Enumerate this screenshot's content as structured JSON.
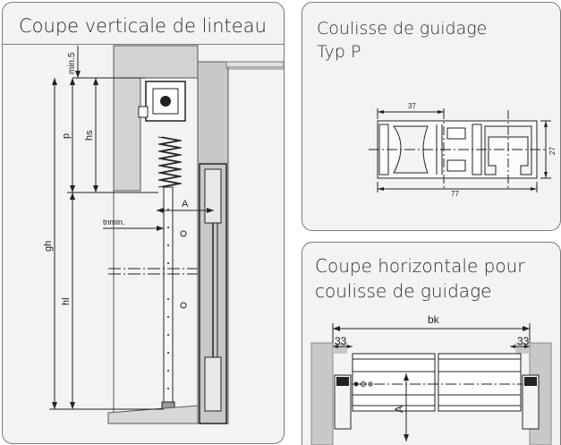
{
  "panels": {
    "vertical": {
      "title": "Coupe verticale de linteau",
      "labels": {
        "min5": "min.5",
        "p": "p",
        "hs": "hs",
        "gh": "gh",
        "hl": "hl",
        "tn": "tnmin.",
        "a": "A"
      }
    },
    "profile": {
      "title_line1": "Coulisse de guidage",
      "title_line2": "Typ P",
      "dims": {
        "width_top": "37",
        "height": "27",
        "width_total": "77"
      }
    },
    "horizontal": {
      "title_line1": "Coupe horizontale pour",
      "title_line2": "coulisse de guidage",
      "dims": {
        "bk": "bk",
        "left": "33",
        "right": "33",
        "a": "A"
      }
    }
  },
  "colors": {
    "panel_bg": "#f3f3f3",
    "border": "#7a7a7a",
    "line": "#222222",
    "wall": "#c8c8c8"
  }
}
